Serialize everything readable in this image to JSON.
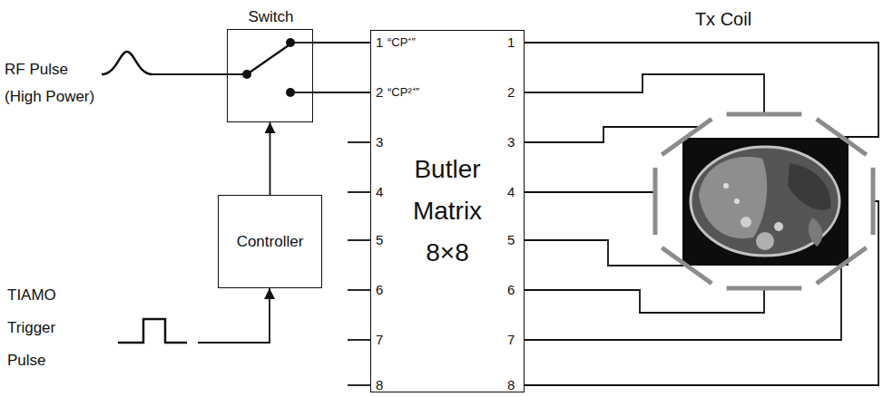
{
  "diagram": {
    "nodes": [
      {
        "text": [
          "Switch"
        ]
      },
      {
        "text": [
          "Controller"
        ]
      },
      {
        "text": [
          "Butler Matrix 8×8"
        ]
      },
      {
        "text": [
          "Tx Coil"
        ]
      }
    ],
    "edges": [
      {
        "from": 1,
        "to": 0,
        "arrow": "to"
      },
      {
        "from": 0,
        "to": 2,
        "arrow": "none"
      },
      {
        "from": 0,
        "to": 2,
        "arrow": "none"
      },
      {
        "from": 2,
        "to": 3,
        "arrow": "none"
      },
      {
        "from": 2,
        "to": 3,
        "arrow": "none"
      },
      {
        "from": 2,
        "to": 3,
        "arrow": "none"
      },
      {
        "from": 2,
        "to": 3,
        "arrow": "none"
      },
      {
        "from": 2,
        "to": 3,
        "arrow": "none"
      },
      {
        "from": 2,
        "to": 3,
        "arrow": "none"
      },
      {
        "from": 2,
        "to": 3,
        "arrow": "none"
      },
      {
        "from": 2,
        "to": 3,
        "arrow": "none"
      }
    ],
    "labels": [
      "RF Pulse (High Power)",
      "TIAMO Trigger Pulse",
      "1",
      "“CP⁺”",
      "2",
      "“CP²⁺”",
      "3",
      "4",
      "5",
      "6",
      "7",
      "8",
      "1",
      "2",
      "3",
      "4",
      "5",
      "6",
      "7",
      "8"
    ]
  }
}
